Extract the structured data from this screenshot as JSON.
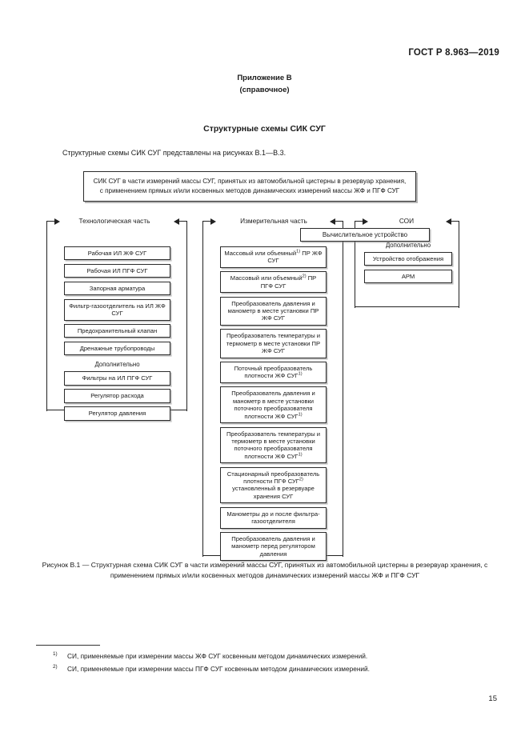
{
  "header": {
    "standard": "ГОСТ Р 8.963—2019"
  },
  "appendix": {
    "title": "Приложение В",
    "subtitle": "(справочное)"
  },
  "section_title": "Структурные схемы СИК СУГ",
  "intro": "Структурные схемы СИК СУГ представлены на рисунках В.1—В.3.",
  "diagram": {
    "top_box": "СИК СУГ в части измерений массы СУГ, принятых из автомобильной цистерны в резервуар хранения, с применением прямых и/или косвенных методов динамических измерений массы ЖФ и ПГФ СУГ",
    "columns": [
      {
        "title": "Технологическая часть",
        "nodes": [
          "Рабочая ИЛ ЖФ СУГ",
          "Рабочая ИЛ ПГФ СУГ",
          "Запорная арматура",
          "Фильтр-газоотделитель на ИЛ ЖФ СУГ",
          "Предохранительный клапан",
          "Дренажные трубопроводы"
        ],
        "extra_label": "Дополнительно",
        "extra_nodes": [
          "Фильтры на ИЛ ПГФ СУГ",
          "Регулятор расхода",
          "Регулятор давления"
        ]
      },
      {
        "title": "Измерительная часть",
        "nodes": [
          "Массовый или объемный<sup>1)</sup> ПР ЖФ СУГ",
          "Массовый или объемный<sup>2)</sup> ПР ПГФ СУГ",
          "Преобразователь давления и манометр в месте установки ПР ЖФ СУГ",
          "Преобразователь температуры и термометр в месте установки ПР ЖФ СУГ",
          "Поточный преобразователь плотности ЖФ СУГ<sup>1)</sup>",
          "Преобразователь давления и манометр в месте установки поточного преобразователя плотности ЖФ СУГ<sup>1)</sup>",
          "Преобразователь температуры и термометр в месте установки поточного преобразователя плотности ЖФ СУГ<sup>1)</sup>",
          "Стационарный преобразователь плотности ПГФ СУГ<sup>2)</sup> установленный в резервуаре хранения СУГ",
          "Манометры до и после фильтра-газоотделителя",
          "Преобразователь давления и манометр перед регулятором давления"
        ],
        "extra_label": "",
        "extra_nodes": []
      },
      {
        "title": "СОИ",
        "nodes": [],
        "extra_label": "Дополнительно",
        "extra_nodes": [
          "Устройство отображения",
          "АРМ"
        ]
      }
    ],
    "calc_box": "Вычислительное устройство"
  },
  "caption": "Рисунок В.1 — Структурная схема СИК СУГ в части измерений массы СУГ, принятых из автомобильной цистерны в резервуар хранения, с применением прямых и/или косвенных методов динамических измерений массы ЖФ и ПГФ СУГ",
  "footnotes": [
    {
      "marker": "1)",
      "text": "СИ, применяемые при измерении массы ЖФ СУГ косвенным методом динамических измерений."
    },
    {
      "marker": "2)",
      "text": "СИ, применяемые при измерении массы ПГФ СУГ косвенным методом динамических измерений."
    }
  ],
  "page_number": "15"
}
